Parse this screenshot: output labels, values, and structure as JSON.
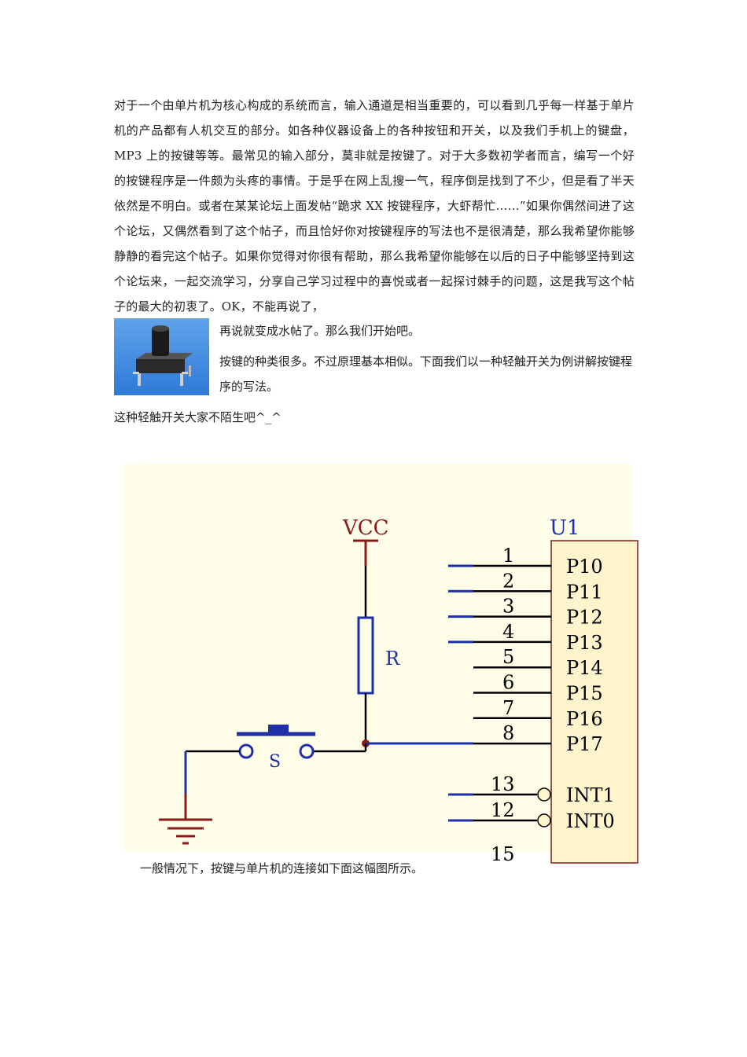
{
  "paragraph": "对于一个由单片机为核心构成的系统而言，输入通道是相当重要的，可以看到几乎每一样基于单片机的产品都有人机交互的部分。如各种仪器设备上的各种按钮和开关，以及我们手机上的键盘，MP3 上的按键等等。最常见的输入部分，莫非就是按键了。对于大多数初学者而言，编写一个好的按键程序是一件颇为头疼的事情。于是乎在网上乱搜一气，程序倒是找到了不少，但是看了半天依然是不明白。或者在某某论坛上面发帖“跪求 XX 按键程序，大虾帮忙……”如果你偶然间进了这个论坛，又偶然看到了这个帖子，而且恰好你对按键程序的写法也不是很清楚，那么我希望你能够静静的看完这个帖子。如果你觉得对你很有帮助，那么我希望你能够在以后的日子中能够坚持到这个论坛来，一起交流学习，分享自己学习过程中的喜悦或者一起探讨棘手的问题，这是我写这个帖子的最大的初衷了。OK，不能再说了，",
  "side_line1": "再说就变成水帖了。那么我们开始吧。",
  "side_line2": "按键的种类很多。不过原理基本相似。下面我们以一种轻触开关为例讲解按键程序的写法。",
  "caption_switch": "这种轻触开关大家不陌生吧^_^",
  "caption_connection": "一般情况下，按键与单片机的连接如下面这幅图所示。",
  "schematic": {
    "vcc_label": "VCC",
    "resistor_label": "R",
    "switch_label": "S",
    "chip_label": "U1",
    "pins": [
      {
        "num": "1",
        "name": "P10"
      },
      {
        "num": "2",
        "name": "P11"
      },
      {
        "num": "3",
        "name": "P12"
      },
      {
        "num": "4",
        "name": "P13"
      },
      {
        "num": "5",
        "name": "P14"
      },
      {
        "num": "6",
        "name": "P15"
      },
      {
        "num": "7",
        "name": "P16"
      },
      {
        "num": "8",
        "name": "P17"
      }
    ],
    "int_pins": [
      {
        "num": "13",
        "name": "INT1"
      },
      {
        "num": "12",
        "name": "INT0"
      }
    ],
    "cut_pin": "15",
    "colors": {
      "wire": "#000000",
      "blue": "#1f2fa8",
      "red": "#8b1a1a",
      "chip_fill": "#fff4cc"
    }
  }
}
